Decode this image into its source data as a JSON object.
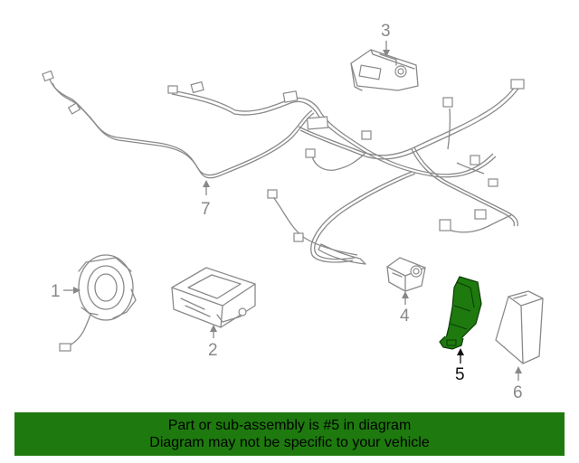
{
  "callouts": {
    "c1": "1",
    "c2": "2",
    "c3": "3",
    "c4": "4",
    "c5": "5",
    "c6": "6",
    "c7": "7"
  },
  "banner": {
    "line1": "Part or sub-assembly is #5 in diagram",
    "line2": "Diagram may not be specific to your vehicle"
  },
  "colors": {
    "banner_bg": "#1e7a0e",
    "highlight_part": "#1e7a0e",
    "line_art": "#8a8a8a"
  }
}
